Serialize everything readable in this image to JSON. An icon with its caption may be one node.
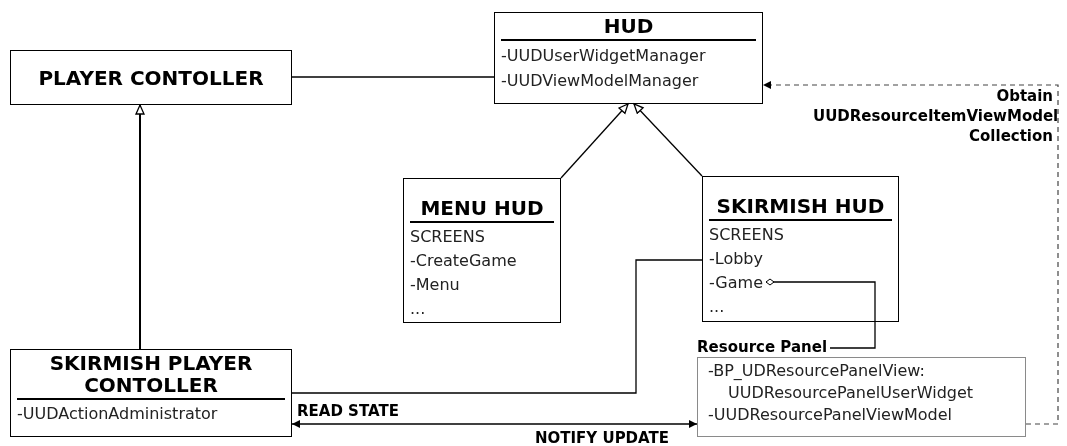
{
  "diagram": {
    "nodes": [
      {
        "text": [
          "PLAYER CONTOLLER"
        ]
      },
      {
        "text": [
          "HUD",
          "-UUDUserWidgetManager",
          "-UUDViewModelManager"
        ]
      },
      {
        "text": [
          "MENU HUD",
          "SCREENS",
          "-CreateGame",
          "-Menu",
          "..."
        ]
      },
      {
        "text": [
          "SKIRMISH HUD",
          "SCREENS",
          "-Lobby",
          "-Game",
          "..."
        ]
      },
      {
        "text": [
          "SKIRMISH PLAYER CONTOLLER",
          "-UUDActionAdministrator"
        ]
      },
      {
        "text": [
          "Resource Panel",
          "-BP_UDResourcePanelView: UUDResourcePanelUserWidget",
          "-UUDResourcePanelViewModel"
        ]
      }
    ],
    "edges": [
      {
        "from": 0,
        "to": 1,
        "arrow": "none"
      },
      {
        "from": 4,
        "to": 0,
        "arrow": "to"
      },
      {
        "from": 2,
        "to": 1,
        "arrow": "to"
      },
      {
        "from": 3,
        "to": 1,
        "arrow": "to"
      },
      {
        "from": 4,
        "to": 3,
        "arrow": "none"
      },
      {
        "from": 3,
        "to": 5,
        "arrow": "other"
      },
      {
        "from": 5,
        "to": 4,
        "arrow": "both",
        "label": "READ STATE"
      },
      {
        "from": 5,
        "to": 1,
        "arrow": "to",
        "style": "dashed",
        "label": "Obtain UUDResourceItemViewModel Collection"
      }
    ],
    "labels": [
      "NOTIFY UPDATE"
    ]
  }
}
